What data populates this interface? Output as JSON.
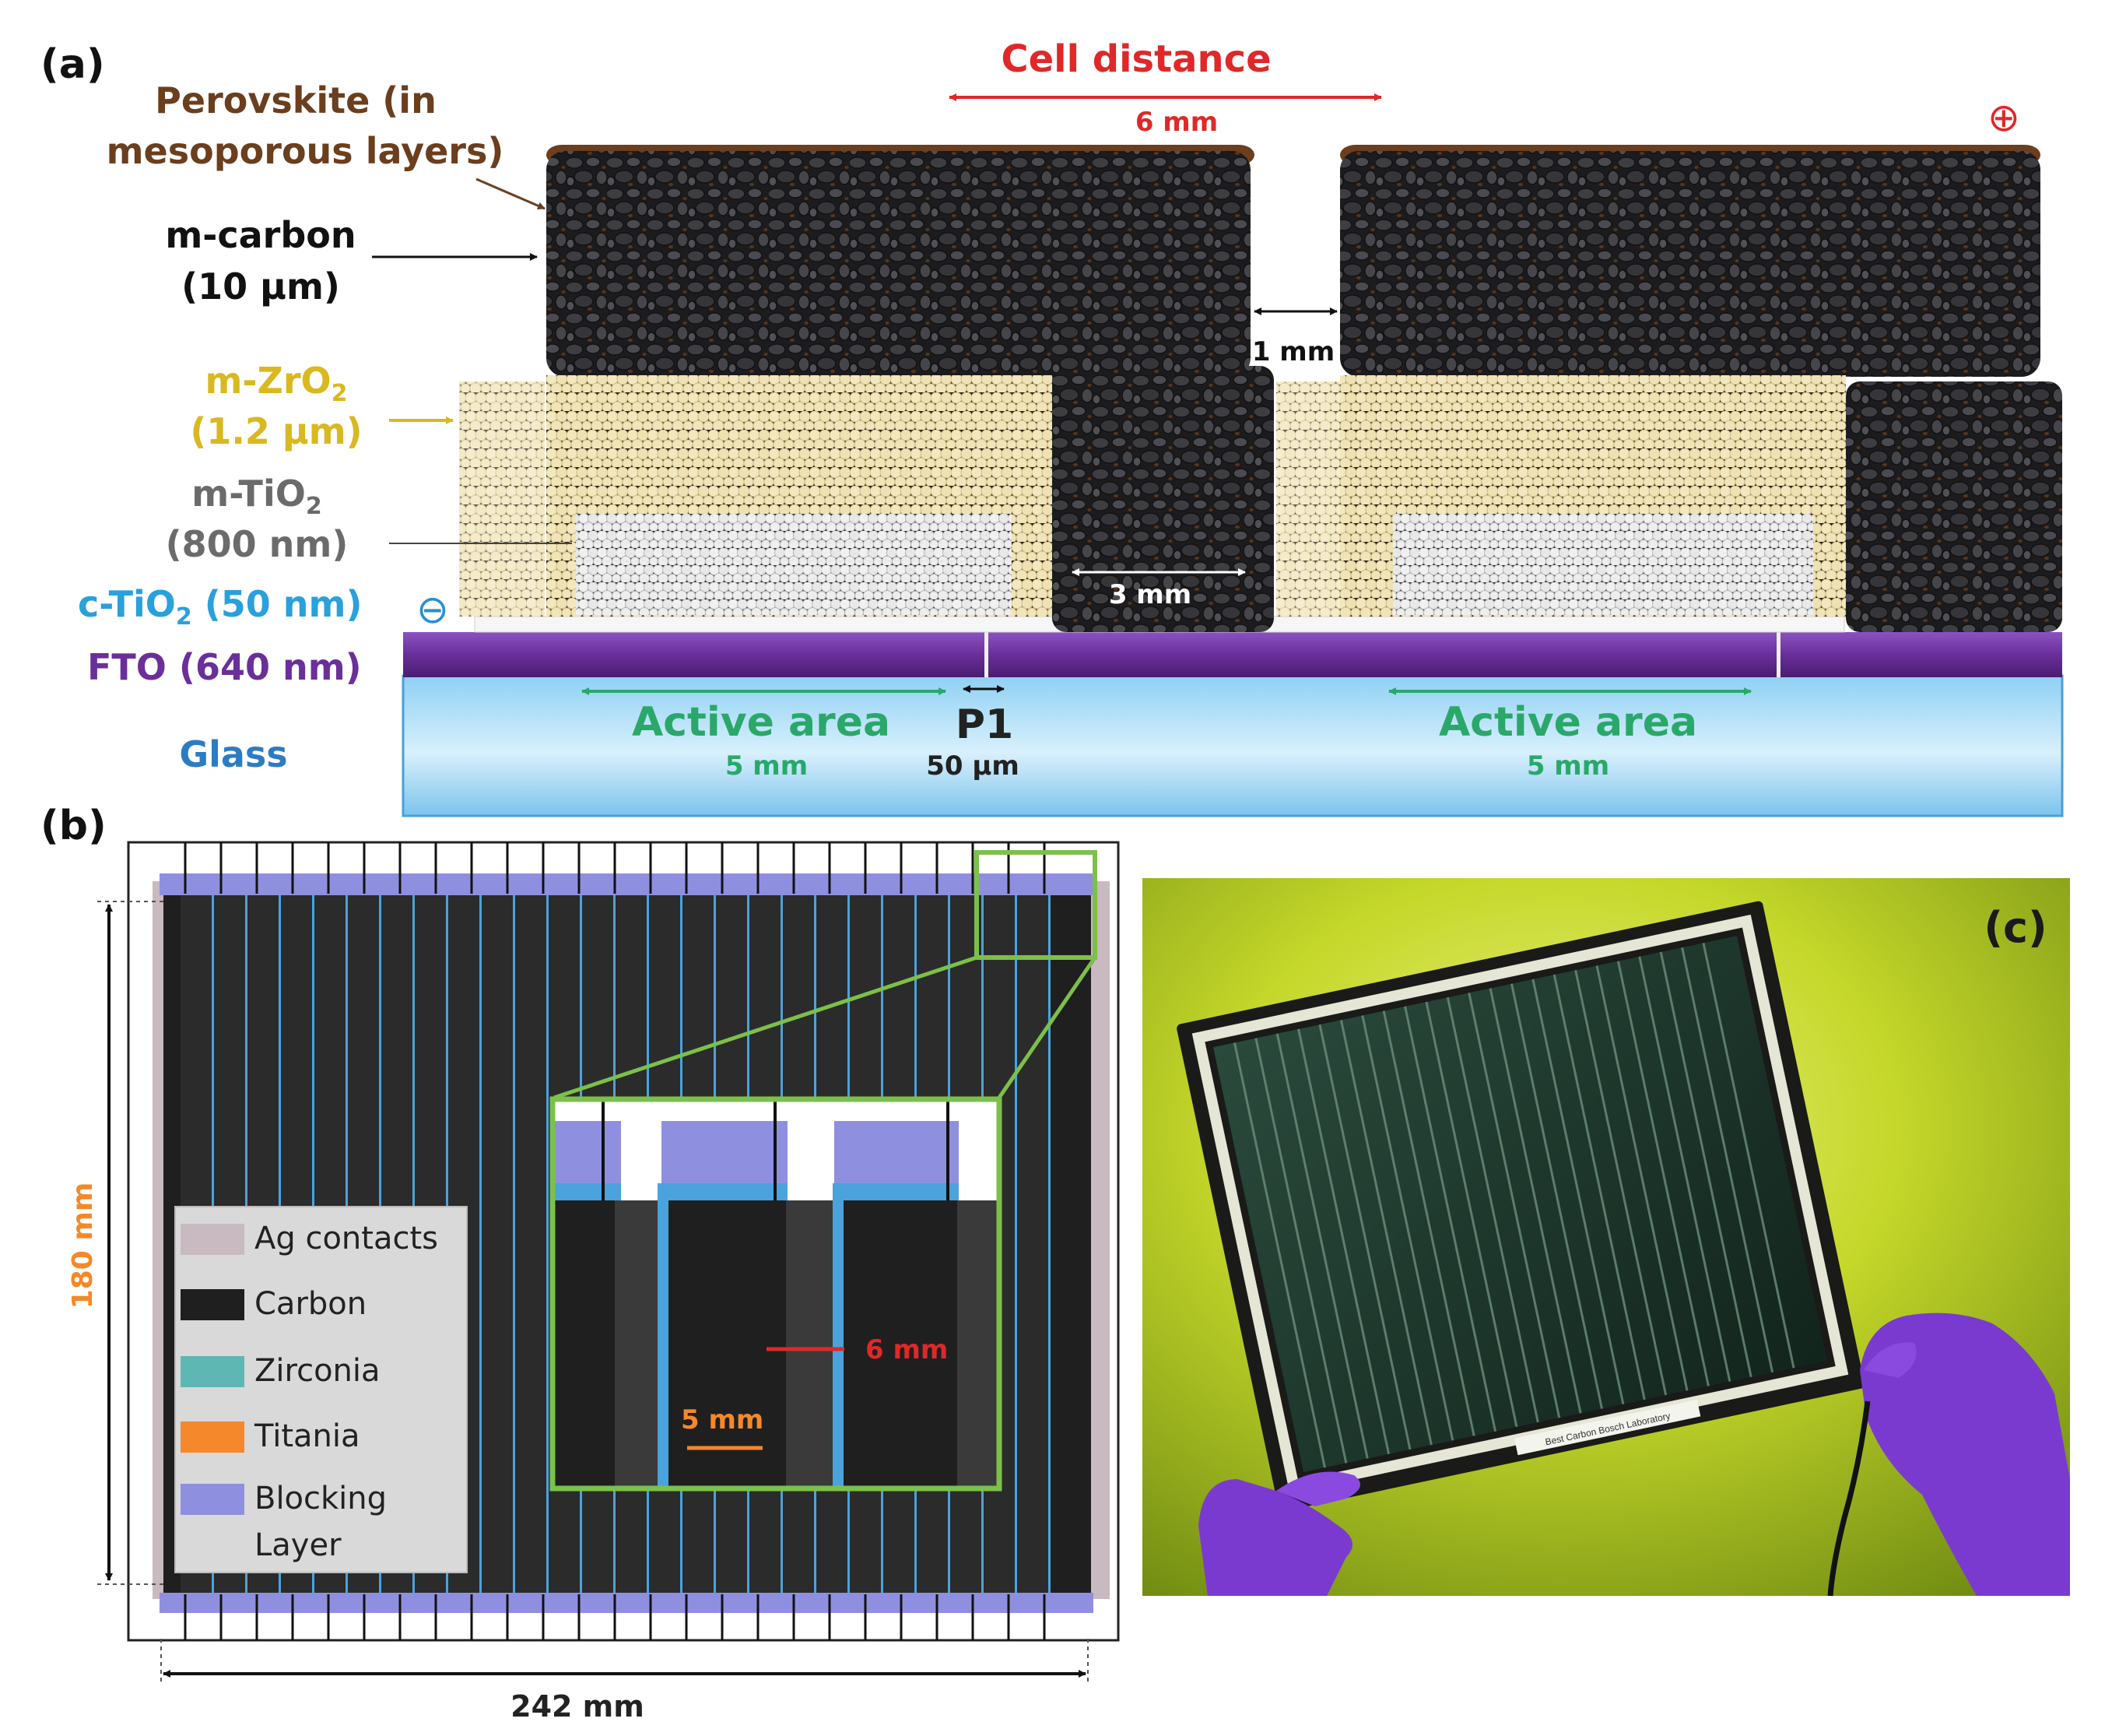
{
  "panel_a": {
    "panel_label": "(a)",
    "cell_distance": {
      "title": "Cell distance",
      "value": "6 mm"
    },
    "plus_symbol": "⊕",
    "minus_symbol": "⊖",
    "layers": {
      "perovskite_line1": "Perovskite (in",
      "perovskite_line2": "mesoporous layers)",
      "carbon_line1": "m-carbon",
      "carbon_line2": "(10 μm)",
      "zro2_line1": "m-ZrO",
      "zro2_line1_sub": "2",
      "zro2_line2": "(1.2 μm)",
      "tio2_line1": "m-TiO",
      "tio2_line1_sub": "2",
      "tio2_line2": "(800 nm)",
      "ctio2": "c-TiO",
      "ctio2_sub": "2",
      "ctio2_rest": " (50 nm)",
      "fto": "FTO (640 nm)",
      "glass": "Glass"
    },
    "dims": {
      "gap": "1 mm",
      "carbon_contact": "3 mm",
      "active_area_title": "Active area",
      "active_area_value": "5 mm",
      "p1_title": "P1",
      "p1_value": "50 μm"
    },
    "colors": {
      "perovskite": "#6b3e1e",
      "carbon": "#2a2a2c",
      "zro2": "#d9cc55",
      "tio2": "#6b6b6b",
      "ctio2": "#2aa0dc",
      "fto": "#6a2f9a",
      "glass": "#2c7cc4",
      "active": "#2aa86a",
      "cell_distance": "#e02828"
    }
  },
  "panel_b": {
    "panel_label": "(b)",
    "height_dim": "180 mm",
    "width_dim": "242 mm",
    "legend": [
      {
        "label": "Ag contacts",
        "color": "#c9b9c0"
      },
      {
        "label": "Carbon",
        "color": "#1f1f1f"
      },
      {
        "label": "Zirconia",
        "color": "#5fb7b4"
      },
      {
        "label": "Titania",
        "color": "#f5882a"
      },
      {
        "label": "Blocking",
        "label2": "Layer",
        "color": "#8f8fe0"
      }
    ],
    "inset": {
      "dim_6": "6 mm",
      "dim_5": "5 mm"
    }
  },
  "panel_c": {
    "panel_label": "(c)",
    "module_label": "Best Carbon Bosch Laboratory"
  }
}
